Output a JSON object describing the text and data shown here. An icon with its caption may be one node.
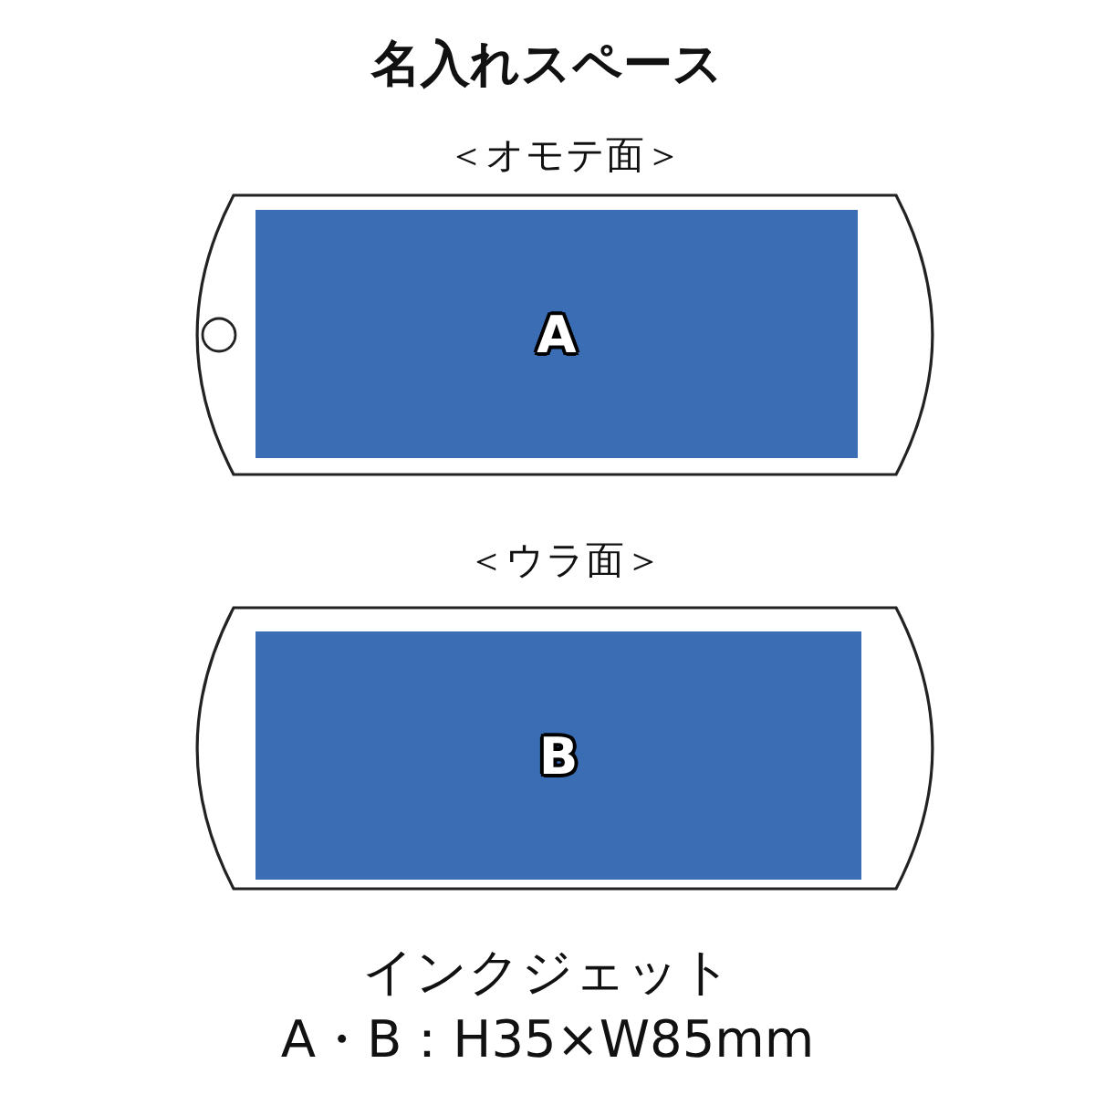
{
  "diagram": {
    "title": "名入れスペース",
    "nodes": [
      {
        "text": [
          "＜オモテ面＞"
        ]
      },
      {
        "text": [
          "A"
        ],
        "in": 0
      },
      {
        "text": [
          "＜ウラ面＞"
        ]
      },
      {
        "text": [
          "B"
        ],
        "in": 2
      }
    ],
    "labels": [
      "インクジェット",
      "A・B：H35×W85mm"
    ]
  }
}
